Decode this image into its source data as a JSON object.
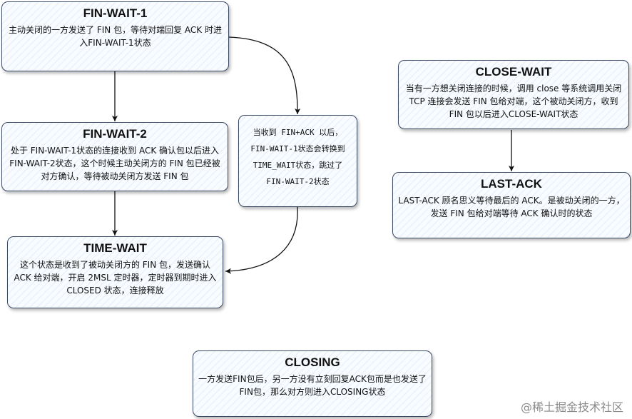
{
  "nodes": {
    "fin_wait_1": {
      "title": "FIN-WAIT-1",
      "desc": "主动关闭的一方发送了 FIN 包，等待对端回复 ACK 时进入FIN-WAIT-1状态"
    },
    "fin_wait_2": {
      "title": "FIN-WAIT-2",
      "desc": "处于 FIN-WAIT-1状态的连接收到 ACK 确认包以后进入FIN-WAIT-2状态，这个时候主动关闭方的 FIN 包已经被对方确认，等待被动关闭方发送 FIN 包"
    },
    "time_wait": {
      "title": "TIME-WAIT",
      "desc": "这个状态是收到了被动关闭方的 FIN 包，发送确认 ACK 给对端，开启 2MSL 定时器，定时器到期时进入 CLOSED 状态，连接释放"
    },
    "fin_ack": {
      "desc": "当收到 FIN+ACK 以后，FIN-WAIT-1状态会转换到TIME_WAIT状态，跳过了FIN-WAIT-2状态"
    },
    "close_wait": {
      "title": "CLOSE-WAIT",
      "desc": "当有一方想关闭连接的时候，调用 close 等系统调用关闭 TCP 连接会发送 FIN 包给对端，这个被动关闭方，收到 FIN 包以后进入CLOSE-WAIT状态"
    },
    "last_ack": {
      "title": "LAST-ACK",
      "desc": "LAST-ACK 顾名思义等待最后的 ACK。是被动关闭的一方，发送 FIN 包给对端等待 ACK 确认时的状态"
    },
    "closing": {
      "title": "CLOSING",
      "desc": "一方发送FIN包后，另一方没有立刻回复ACK包而是也发送了FIN包，那么对方则进入CLOSING状态"
    }
  },
  "watermark": "@稀土掘金技术社区",
  "colors": {
    "border": "#3b4a66",
    "arrow": "#111111"
  }
}
